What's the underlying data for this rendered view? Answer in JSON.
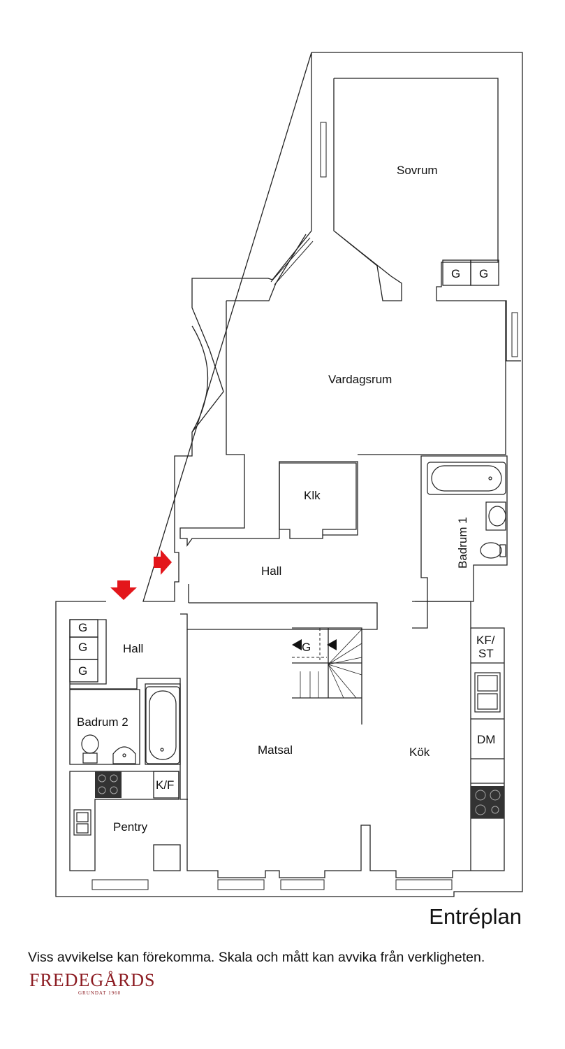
{
  "plan": {
    "title": "Entréplan",
    "rooms": {
      "sovrum": "Sovrum",
      "vardagsrum": "Vardagsrum",
      "klk": "Klk",
      "hall_upper": "Hall",
      "hall_lower": "Hall",
      "badrum1": "Badrum 1",
      "badrum2": "Badrum 2",
      "matsal": "Matsal",
      "kok": "Kök",
      "pentry": "Pentry"
    },
    "fixtures": {
      "g": "G",
      "kf": "K/F",
      "kfst_line1": "KF/",
      "kfst_line2": "ST",
      "dm": "DM"
    }
  },
  "footer": {
    "disclaimer": "Viss avvikelse kan förekomma. Skala och mått kan avvika från verkligheten."
  },
  "brand": {
    "name": "FREDEGÅRDS",
    "tagline": "GRUNDAT 1960",
    "color": "#8c1c22"
  },
  "colors": {
    "entrance_arrow": "#e3161b",
    "wall_line": "#222222",
    "stove": "#333333"
  },
  "icons": [
    "entrance-arrow-icon",
    "bathtub-icon",
    "toilet-icon",
    "sink-icon",
    "stove-icon",
    "window-icon",
    "stair-icon"
  ]
}
